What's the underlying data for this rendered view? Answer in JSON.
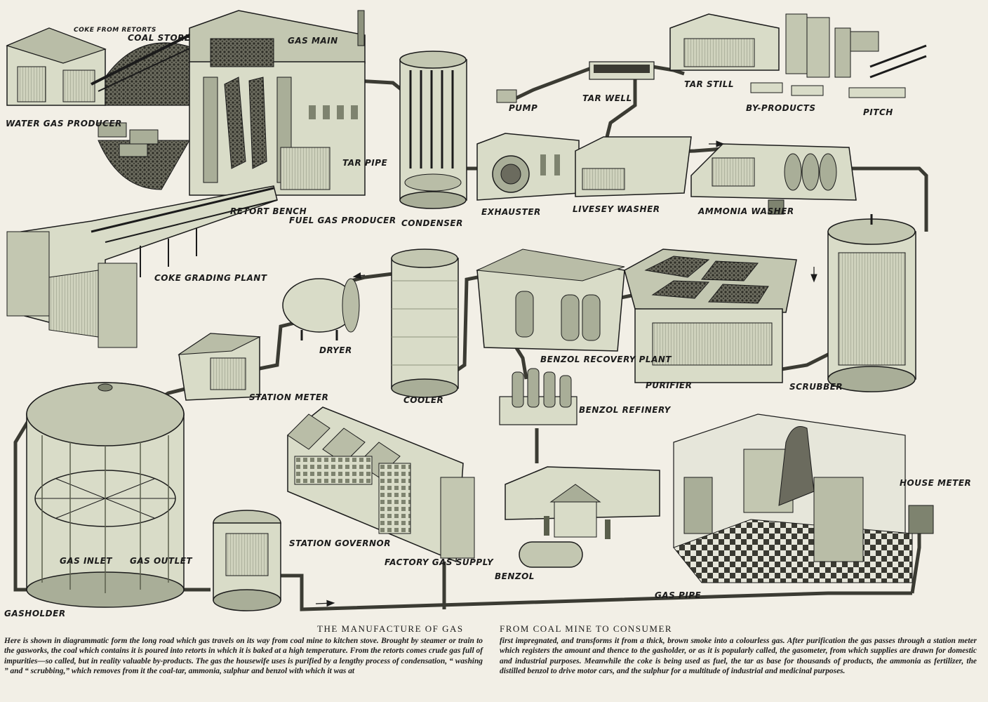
{
  "labels": {
    "coke_from_retorts": "COKE FROM RETORTS",
    "coal_store": "COAL STORE",
    "gas_main": "GAS MAIN",
    "water_gas_producer": "WATER GAS PRODUCER",
    "tar_pipe": "TAR PIPE",
    "retort_bench": "RETORT BENCH",
    "fuel_gas_producer": "FUEL GAS PRODUCER",
    "condenser": "CONDENSER",
    "pump": "PUMP",
    "tar_well": "TAR WELL",
    "tar_still": "TAR STILL",
    "by_products": "BY-PRODUCTS",
    "pitch": "PITCH",
    "exhauster": "EXHAUSTER",
    "livesey_washer": "LIVESEY WASHER",
    "ammonia_washer": "AMMONIA WASHER",
    "coke_grading_plant": "COKE GRADING PLANT",
    "dryer": "DRYER",
    "benzol_recovery_plant": "BENZOL RECOVERY PLANT",
    "purifier": "PURIFIER",
    "scrubber": "SCRUBBER",
    "station_meter": "STATION METER",
    "cooler": "COOLER",
    "benzol_refinery": "BENZOL REFINERY",
    "house_meter": "HOUSE METER",
    "station_governor": "STATION GOVERNOR",
    "factory_gas_supply": "FACTORY GAS SUPPLY",
    "benzol": "BENZOL",
    "gas_pipe": "GAS PIPE",
    "gas_inlet": "GAS INLET",
    "gas_outlet": "GAS OUTLET",
    "gasholder": "GASHOLDER"
  },
  "caption": {
    "title_left": "THE MANUFACTURE OF GAS",
    "title_right": "FROM COAL MINE TO CONSUMER",
    "text_left": "Here is shown in diagrammatic form the long road which gas travels on its way from coal mine to kitchen stove.  Brought by steamer or train to the gasworks, the coal which contains it is poured into retorts in which it is baked at a high temperature.  From the retorts comes crude gas full of impurities—so called, but in reality valuable by-products.  The gas the housewife uses is purified by a lengthy process of condensation, “ washing ” and “ scrubbing,” which removes from it the coal-tar, ammonia, sulphur and benzol with which it was at",
    "text_right": "first impregnated, and transforms it from a thick, brown smoke into a colourless gas.  After purification the gas passes through a station meter which registers the amount and thence to the gasholder, or as it is popularly called, the gasometer, from which supplies are drawn for domestic and industrial purposes.  Meanwhile the coke is being used as fuel, the tar as base for thousands of products, the ammonia as fertilizer, the distilled benzol to drive motor cars, and the sulphur for a multitude of industrial and medicinal purposes."
  },
  "colors": {
    "paper": "#f2efe6",
    "ink": "#1b1b1b",
    "plant_fill": "#d9dcc8",
    "plant_shade": "#a9ae98",
    "coal": "#4a4a40"
  }
}
